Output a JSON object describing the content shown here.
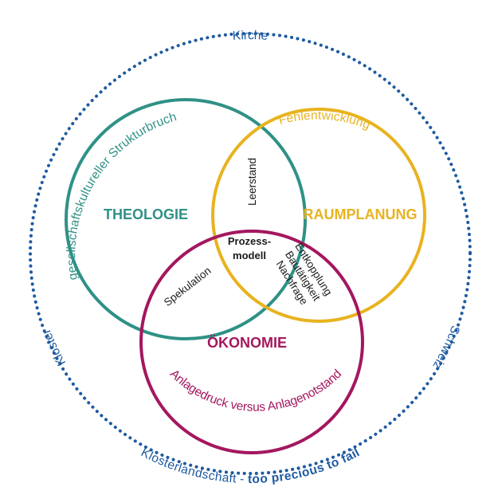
{
  "colors": {
    "blue": "#1e5aa0",
    "teal": "#2f9186",
    "yellow": "#e8b320",
    "magenta": "#a4175f",
    "dark": "#1a1a1a"
  },
  "outer": {
    "top_label": "Kirche",
    "left_label": "Kloster",
    "right_label": "Schweiz",
    "bottom_label_regular": "Klosterlandschaft - ",
    "bottom_label_bold": "too precious to fail"
  },
  "circles": {
    "theologie": {
      "label": "THEOLOGIE",
      "arc_label": "gesellschaftskultureller Strukturbruch"
    },
    "raumplanung": {
      "label": "RAUMPLANUNG",
      "arc_label": "Fehlentwicklung"
    },
    "oekonomie": {
      "label": "ÖKONOMIE",
      "arc_label": "Anlagedruck versus Anlagenotstand"
    }
  },
  "intersections": {
    "theologie_raumplanung": "Leerstand",
    "theologie_oekonomie": "Spekulation",
    "raumplanung_oekonomie": [
      "Entkopplung",
      "Bautätigkeit",
      "Nachfrage"
    ],
    "center": [
      "Prozess-",
      "modell"
    ]
  }
}
